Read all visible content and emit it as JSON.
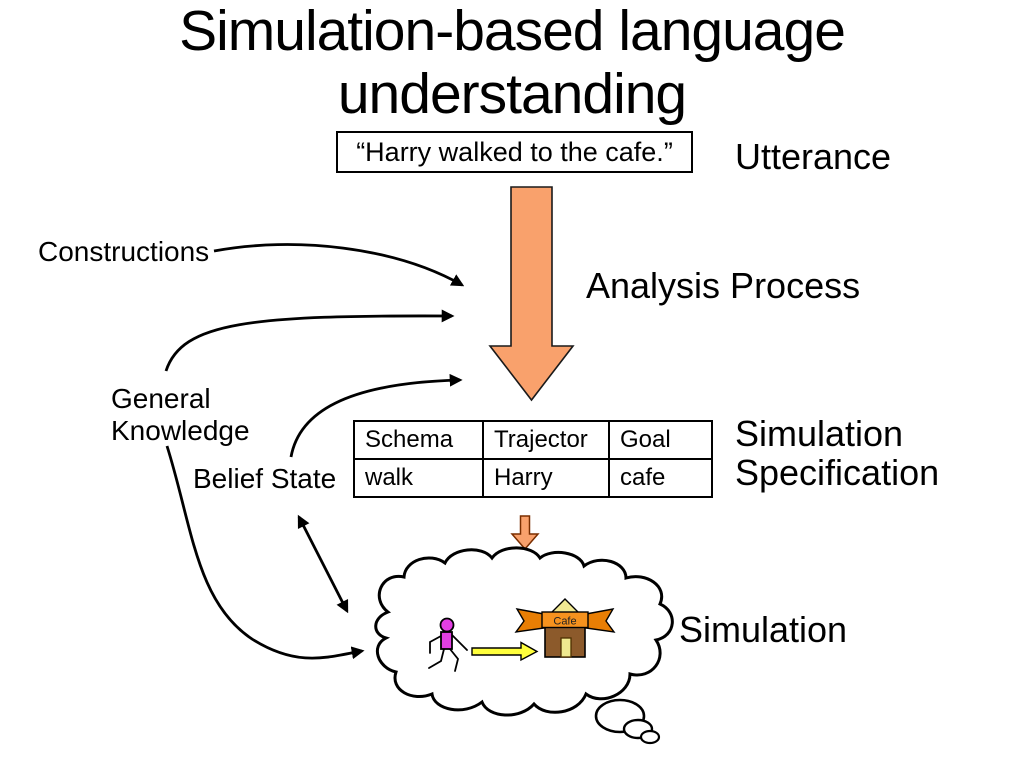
{
  "slide": {
    "title": "Simulation-based language understanding",
    "utterance_box": "“Harry walked to the cafe.”",
    "labels": {
      "utterance": "Utterance",
      "analysis_process": "Analysis Process",
      "constructions": "Constructions",
      "general_knowledge": "General Knowledge",
      "belief_state": "Belief State",
      "simulation_specification": "Simulation Specification",
      "simulation": "Simulation"
    },
    "table": {
      "headers": [
        "Schema",
        "Trajector",
        "Goal"
      ],
      "rows": [
        [
          "walk",
          "Harry",
          "cafe"
        ]
      ]
    },
    "cafe_sign": "Cafe",
    "colors": {
      "process_arrow_fill": "#F9A16C",
      "process_arrow_outline": "#1a1a1a",
      "small_arrow_outline": "#7A2E00",
      "walk_arrow_yellow": "#FFFF3C",
      "figure_magenta": "#E33FE3",
      "building_brown": "#8C5A2B",
      "banner_orange": "#F6921E",
      "ribbon_orange": "#E87E04",
      "roof_yellow": "#F1E992",
      "door_yellow": "#EFE98F"
    }
  }
}
